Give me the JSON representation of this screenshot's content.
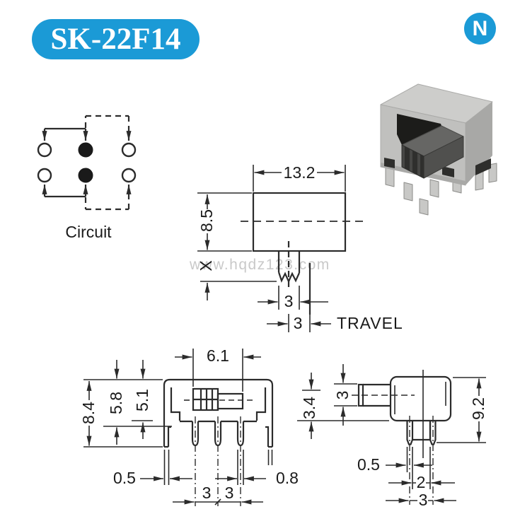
{
  "header": {
    "part_number": "SK-22F14",
    "logo_letter": "N"
  },
  "watermark": "www.hqdz123.com",
  "circuit_label": "Circuit",
  "colors": {
    "accent_blue": "#1b9ad6",
    "line": "#2b2b2b",
    "watermark_gray": "#c9c9c9"
  },
  "top_view": {
    "width": "13.2",
    "height": "8.5",
    "stem_length": "X",
    "stem_width": "3",
    "travel": "3",
    "travel_label": "TRAVEL"
  },
  "front_view": {
    "slider_width": "6.1",
    "total_height": "8.4",
    "bracket_height": "5.8",
    "body_height": "5.1",
    "bracket_thickness": "0.5",
    "pin_pitch_left": "3",
    "pin_pitch_right": "3",
    "pin_width": "0.8"
  },
  "side_view": {
    "actuator_offset": "3.4",
    "actuator_dia": "3",
    "total_height": "9.2",
    "pin_thickness": "0.5",
    "pin_gap": "2",
    "pin_pitch": "3"
  }
}
